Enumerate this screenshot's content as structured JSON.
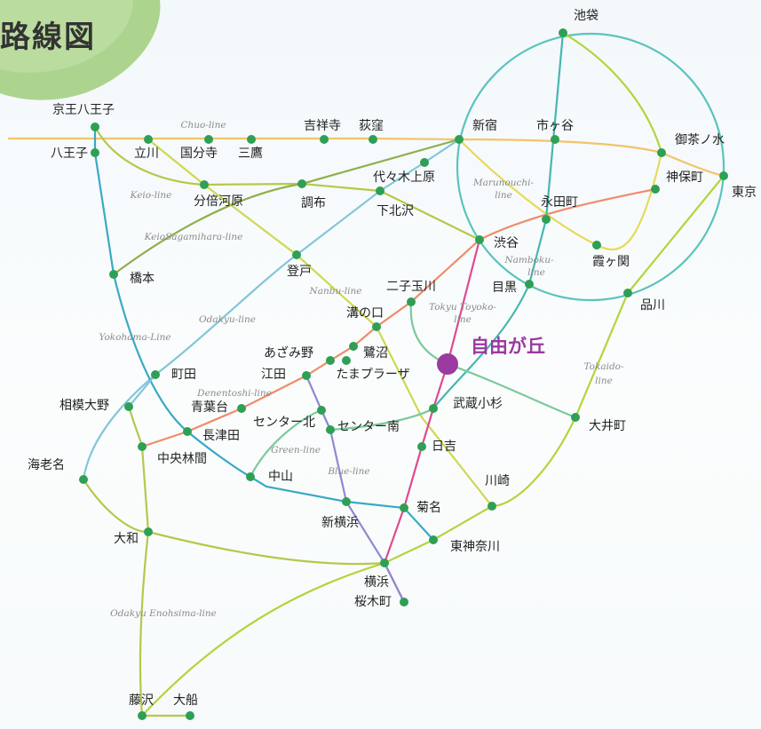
{
  "title": "路線図",
  "colors": {
    "chuo": "#f2c46a",
    "keio": "#b6c84a",
    "sagamihara": "#8fb04d",
    "odakyu": "#84c6d8",
    "yokohama": "#3aa9c4",
    "denentoshi": "#f08c6a",
    "toyoko": "#e0498f",
    "blue": "#8b8bd0",
    "green": "#7cc99c",
    "tokaido": "#b4d43c",
    "nanbu": "#cfd84e",
    "yamanote": "#5cc3bd",
    "marunouchi": "#e6da5a",
    "namboku": "#45b7b0",
    "enoshima": "#b6c84a",
    "station": "#2f9f55",
    "highlight": "#9b3aa0",
    "leaf": "#a4cf82"
  },
  "stations": {
    "ikebukuro": "池袋",
    "shinjuku": "新宿",
    "ichigaya": "市ヶ谷",
    "ochanomizu": "御茶ノ水",
    "jimbocho": "神保町",
    "tokyo": "東京",
    "nagatacho": "永田町",
    "kasumigaseki": "霞ヶ関",
    "shibuya": "渋谷",
    "yoyogiuehara": "代々木上原",
    "shimokitazawa": "下北沢",
    "kichijoji": "吉祥寺",
    "ogikubo": "荻窪",
    "keiohachioji": "京王八王子",
    "hachioji": "八王子",
    "tachikawa": "立川",
    "kokubunji": "国分寺",
    "mitaka": "三鷹",
    "bubaigawara": "分倍河原",
    "chofu": "調布",
    "hashimoto": "橋本",
    "noborito": "登戸",
    "futakotamagawa": "二子玉川",
    "meguro": "目黒",
    "shinagawa": "品川",
    "mizonokuchi": "溝の口",
    "azamino": "あざみ野",
    "saginuma": "鷺沼",
    "eda": "江田",
    "tamaplaza": "たまプラーザ",
    "jiyugaoka": "自由が丘",
    "machida": "町田",
    "sagamiono": "相模大野",
    "aobadai": "青葉台",
    "nagatsuta": "長津田",
    "centerkita": "センター北",
    "centerminami": "センター南",
    "musashikosugi": "武蔵小杉",
    "oimachi": "大井町",
    "ebina": "海老名",
    "chuorinkan": "中央林間",
    "hiyoshi": "日吉",
    "nakayama": "中山",
    "kawasaki": "川崎",
    "kikuna": "菊名",
    "shinyokohama": "新横浜",
    "yamato": "大和",
    "higashikanagawa": "東神奈川",
    "yokohama": "横浜",
    "sakuragicho": "桜木町",
    "fujisawa": "藤沢",
    "ofuna": "大船"
  },
  "lines": {
    "chuo": "Chuo-line",
    "keio": "Keio-line",
    "sagamihara": "KeioSagamihara-line",
    "odakyu": "Odakyu-line",
    "yokohama": "Yokohama-Line",
    "denentoshi": "Denentoshi-line",
    "marunouchi1": "Marunouchi-",
    "marunouchi2": "line",
    "namboku1": "Namboku-",
    "namboku2": "line",
    "nanbu": "Nanbu-line",
    "toyoko1": "Tokyu Toyoko-",
    "toyoko2": "line",
    "tokaido1": "Tokaido-",
    "tokaido2": "line",
    "green": "Green-line",
    "blue": "Blue-line",
    "enoshima": "Odakyu Enohsima-line"
  }
}
